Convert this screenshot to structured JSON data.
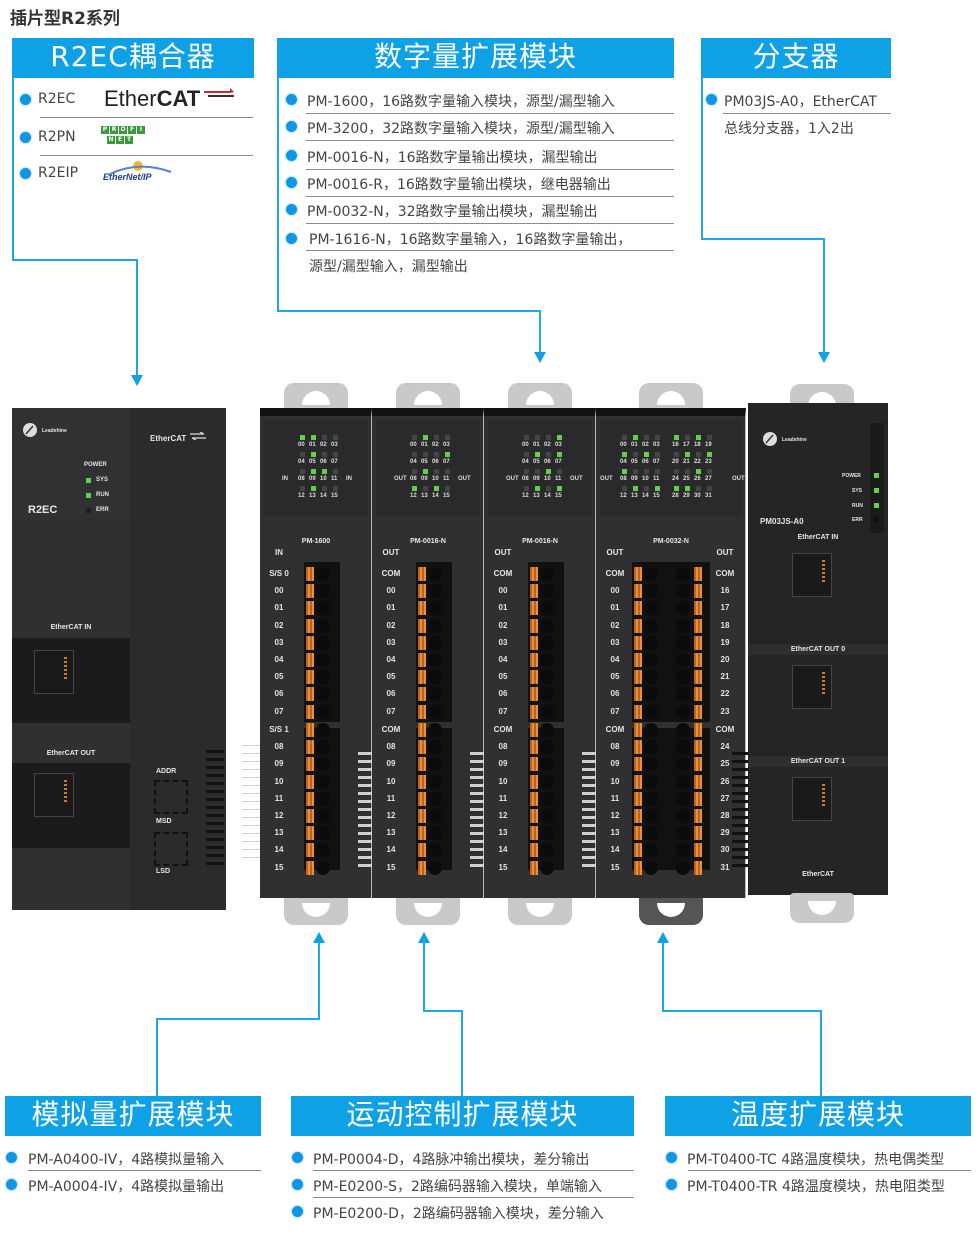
{
  "page_title": "插片型R2系列",
  "colors": {
    "accent": "#0ea1e6",
    "bullet": "#1196e6",
    "led_on": "#5fd14a",
    "terminal_orange": "#e8913b",
    "module_body": "#2f3032"
  },
  "categories": {
    "coupler": {
      "title": "R2EC耦合器",
      "items": [
        {
          "label": "R2EC",
          "logo": "EtherCAT"
        },
        {
          "label": "R2PN",
          "logo": "PROFINET"
        },
        {
          "label": "R2EIP",
          "logo": "EtherNet/IP"
        }
      ]
    },
    "digital": {
      "title": "数字量扩展模块",
      "items": [
        "PM-1600，16路数字量输入模块，源型/漏型输入",
        "PM-3200，32路数字量输入模块，源型/漏型输入",
        "PM-0016-N，16路数字量输出模块，漏型输出",
        "PM-0016-R，16路数字量输出模块，继电器输出",
        "PM-0032-N，32路数字量输出模块，漏型输出",
        "PM-1616-N，16路数字量输入，16路数字量输出，"
      ],
      "continuation": "源型/漏型输入，漏型输出"
    },
    "branch": {
      "title": "分支器",
      "items": [
        "PM03JS-A0，EtherCAT"
      ],
      "continuation": "总线分支器，1入2出"
    },
    "analog": {
      "title": "模拟量扩展模块",
      "items": [
        "PM-A0400-IV，4路模拟量输入",
        "PM-A0004-IV，4路模拟量输出"
      ]
    },
    "motion": {
      "title": "运动控制扩展模块",
      "items": [
        "PM-P0004-D，4路脉冲输出模块，差分输出",
        "PM-E0200-S，2路编码器输入模块，单端输入",
        "PM-E0200-D，2路编码器输入模块，差分输入"
      ]
    },
    "temperature": {
      "title": "温度扩展模块",
      "items": [
        "PM-T0400-TC 4路温度模块，热电偶类型",
        "PM-T0400-TR 4路温度模块，热电阻类型"
      ]
    }
  },
  "logos": {
    "ethercat_plain": "Ether",
    "ethercat_bold": "CAT",
    "profinet_row1": [
      "P",
      "R",
      "O",
      "F",
      "I"
    ],
    "profinet_row2": [
      "N",
      "E",
      "T"
    ],
    "ethernetip": "EtherNet/IP"
  },
  "hardware": {
    "coupler": {
      "brand": "Leadshine",
      "model": "R2EC",
      "leds": [
        {
          "label": "POWER",
          "on": false,
          "show": false
        },
        {
          "label": "SYS",
          "on": true
        },
        {
          "label": "RUN",
          "on": true
        },
        {
          "label": "ERR",
          "on": false
        }
      ],
      "ethercat_tag": "EtherCAT",
      "port_in": "EtherCAT  IN",
      "port_out": "EtherCAT  OUT",
      "switches": [
        "ADDR",
        "MSD",
        "LSD"
      ]
    },
    "io_modules": [
      {
        "model": "PM-1600",
        "side_label": "IN",
        "header_left": "IN",
        "common_top": "S/S 0",
        "common_mid": "S/S 1",
        "led_on": [
          "00",
          "01",
          "05",
          "09",
          "10",
          "13"
        ],
        "channels_left": [
          "00",
          "01",
          "02",
          "03",
          "04",
          "05",
          "06",
          "07",
          "08",
          "09",
          "10",
          "11",
          "12",
          "13",
          "14",
          "15"
        ]
      },
      {
        "model": "PM-0016-N",
        "side_label": "OUT",
        "header_left": "OUT",
        "common_top": "COM",
        "common_mid": "COM",
        "led_on": [
          "01",
          "07",
          "09",
          "12",
          "14"
        ],
        "channels_left": [
          "00",
          "01",
          "02",
          "03",
          "04",
          "05",
          "06",
          "07",
          "08",
          "09",
          "10",
          "11",
          "12",
          "13",
          "14",
          "15"
        ]
      },
      {
        "model": "PM-0016-N",
        "side_label": "OUT",
        "header_left": "OUT",
        "common_top": "COM",
        "common_mid": "COM",
        "led_on": [
          "03",
          "05",
          "07",
          "10",
          "13",
          "15"
        ],
        "channels_left": [
          "00",
          "01",
          "02",
          "03",
          "04",
          "05",
          "06",
          "07",
          "08",
          "09",
          "10",
          "11",
          "12",
          "13",
          "14",
          "15"
        ]
      },
      {
        "model": "PM-0032-N",
        "side_label": "OUT",
        "header_left": "OUT",
        "header_right": "OUT",
        "common_top": "COM",
        "common_mid": "COM",
        "led_on": [
          "01",
          "04",
          "06",
          "08",
          "13",
          "15",
          "16",
          "18",
          "21",
          "23",
          "26",
          "28",
          "29"
        ],
        "channels_left": [
          "00",
          "01",
          "02",
          "03",
          "04",
          "05",
          "06",
          "07",
          "08",
          "09",
          "10",
          "11",
          "12",
          "13",
          "14",
          "15"
        ],
        "channels_right": [
          "16",
          "17",
          "18",
          "19",
          "20",
          "21",
          "22",
          "23",
          "24",
          "25",
          "26",
          "27",
          "28",
          "29",
          "30",
          "31"
        ]
      }
    ],
    "led_grid_16": [
      "00",
      "01",
      "02",
      "03",
      "04",
      "05",
      "06",
      "07",
      "08",
      "09",
      "10",
      "11",
      "12",
      "13",
      "14",
      "15"
    ],
    "led_grid_32_right": [
      "16",
      "17",
      "18",
      "19",
      "20",
      "21",
      "22",
      "23",
      "24",
      "25",
      "26",
      "27",
      "28",
      "29",
      "30",
      "31"
    ],
    "branch": {
      "brand": "Leadshine",
      "model": "PM03JS-A0",
      "leds": [
        {
          "label": "POWER",
          "on": true
        },
        {
          "label": "SYS",
          "on": true
        },
        {
          "label": "RUN",
          "on": true
        },
        {
          "label": "ERR",
          "on": false
        }
      ],
      "port_in": "EtherCAT IN",
      "port_out0": "EtherCAT OUT 0",
      "port_out1": "EtherCAT OUT 1",
      "ethercat_tag": "EtherCAT"
    }
  }
}
